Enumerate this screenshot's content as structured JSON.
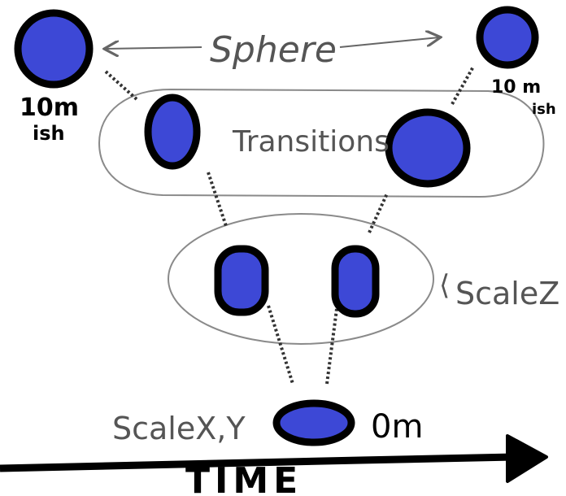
{
  "labels": {
    "sphere": "Sphere",
    "transitions": "Transitions",
    "scale_z": "ScaleZ",
    "scale_xy": "ScaleX,Y",
    "zero_m": "0m",
    "time": "TIME",
    "ten_m_left_line1": "10m",
    "ten_m_left_line2": "ish",
    "ten_m_right_line1": "10 m",
    "ten_m_right_line2": "ish"
  },
  "colors": {
    "shape_fill": "#3d48d6",
    "shape_stroke": "#000000",
    "ellipse_stroke": "#8a8a8a",
    "handwriting_gray": "#555555"
  }
}
